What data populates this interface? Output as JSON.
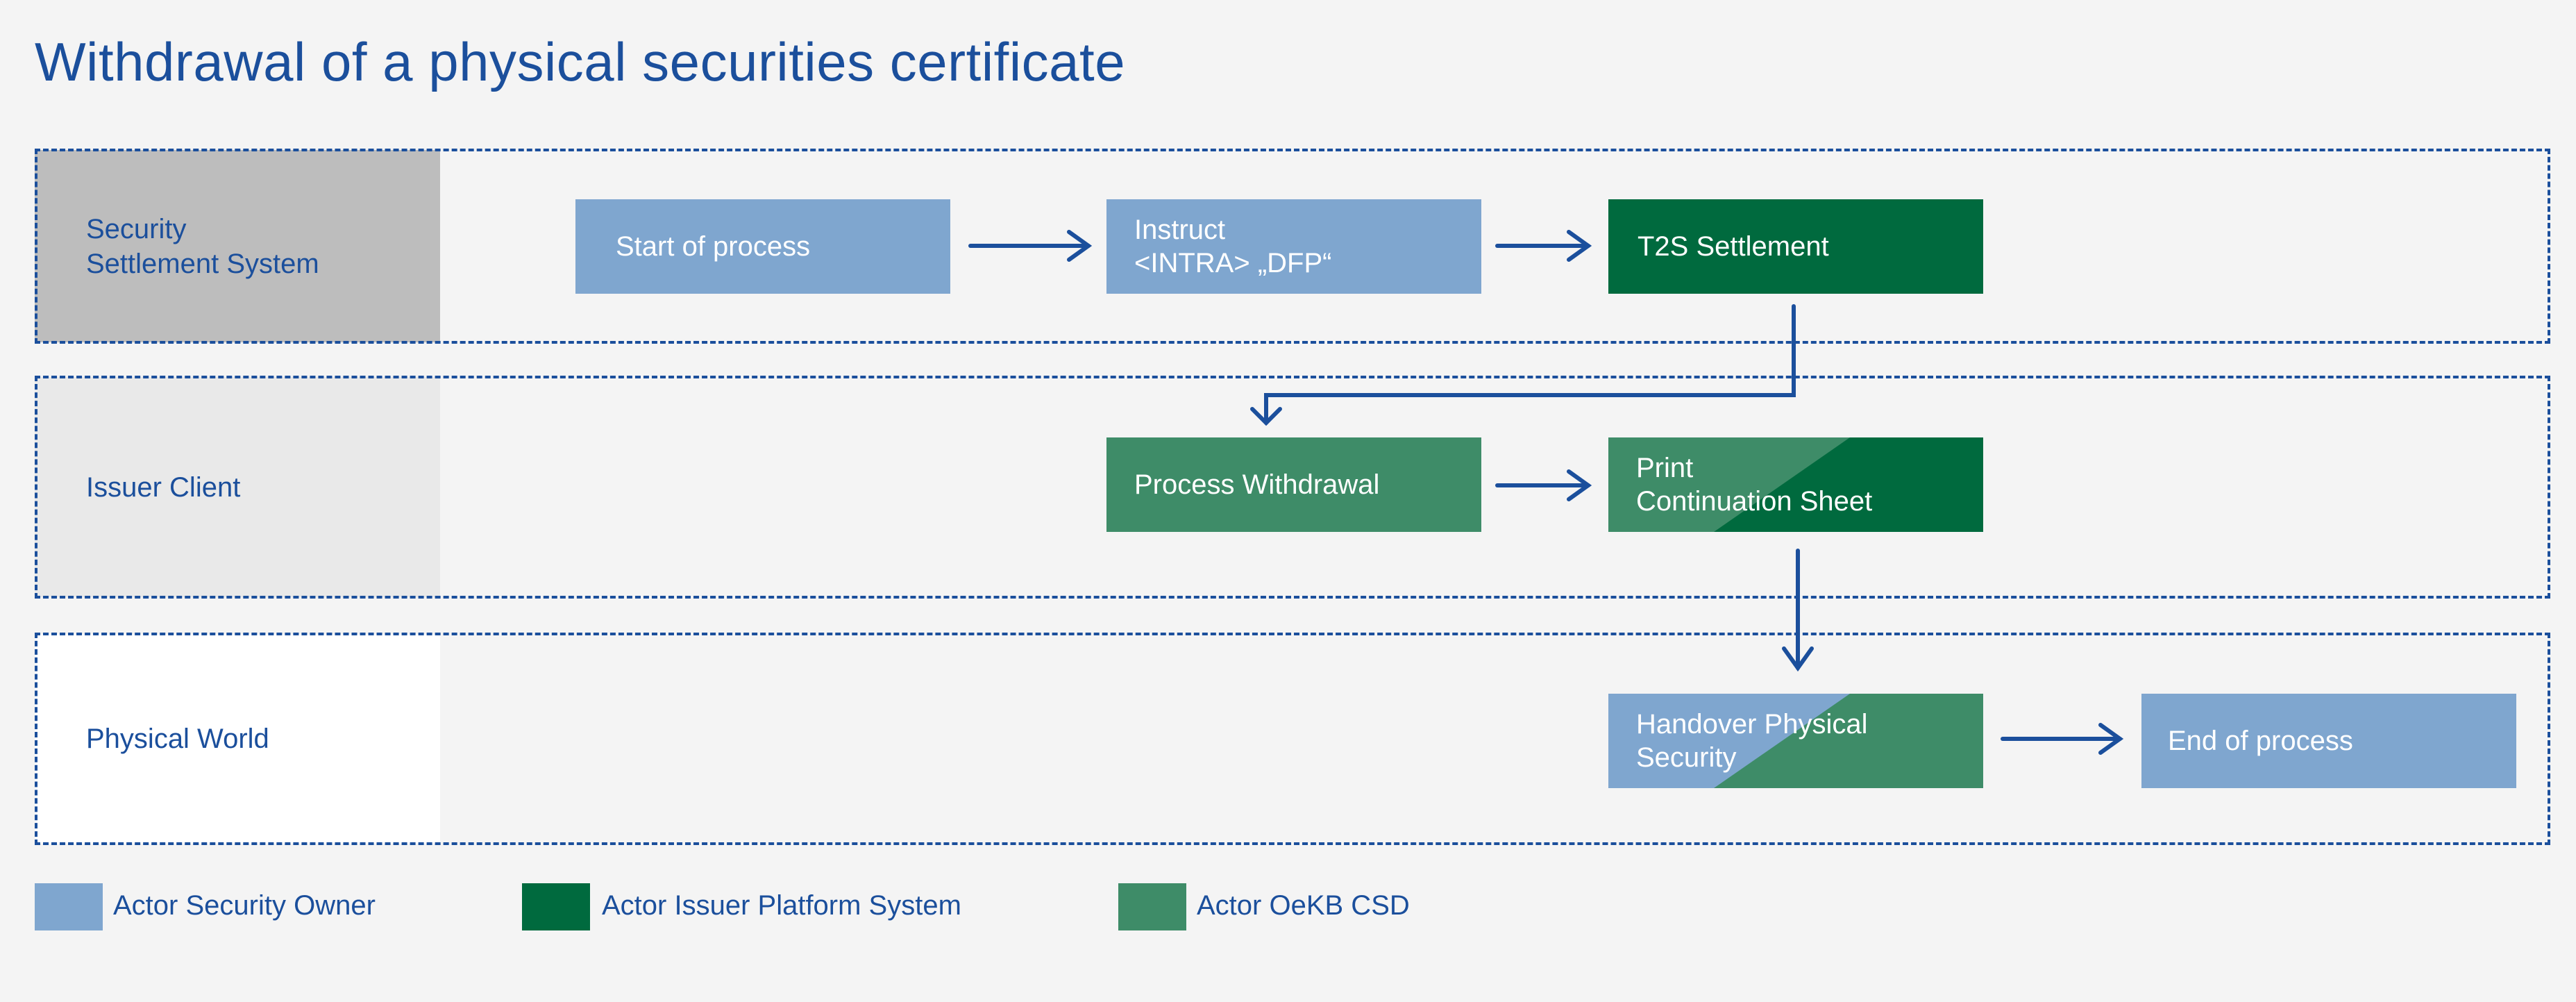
{
  "title": "Withdrawal of a physical securities certificate",
  "colors": {
    "lane_border": "#1b4f9c",
    "security_owner": "#7fa6cf",
    "issuer_platform": "#006a3e",
    "oekb_csd": "#3e8c68",
    "text_blue": "#1b4f9c"
  },
  "lanes": [
    {
      "label": "Security\nSettlement System",
      "header_bg": "#bdbdbd"
    },
    {
      "label": "Issuer Client",
      "header_bg": "#e9e9e9"
    },
    {
      "label": "Physical World",
      "header_bg": "#ffffff"
    }
  ],
  "steps": {
    "start": {
      "label": "Start of process",
      "actor": "Actor Security Owner"
    },
    "instruct": {
      "label": "Instruct\n<INTRA> „DFP“",
      "actor": "Actor Security Owner"
    },
    "t2s": {
      "label": "T2S Settlement",
      "actor": "Actor Issuer Platform System"
    },
    "process_withdrawal": {
      "label": "Process Withdrawal",
      "actor": "Actor OeKB CSD"
    },
    "print_sheet": {
      "label": "Print\nContinuation Sheet",
      "actor": [
        "Actor OeKB CSD",
        "Actor Issuer Platform System"
      ]
    },
    "handover": {
      "label": "Handover Physical\nSecurity",
      "actor": [
        "Actor Security Owner",
        "Actor OeKB CSD"
      ]
    },
    "end": {
      "label": "End of process",
      "actor": "Actor Security Owner"
    }
  },
  "legend": [
    {
      "label": "Actor Security Owner",
      "color": "#7fa6cf"
    },
    {
      "label": "Actor Issuer Platform System",
      "color": "#006a3e"
    },
    {
      "label": "Actor OeKB CSD",
      "color": "#3e8c68"
    }
  ]
}
